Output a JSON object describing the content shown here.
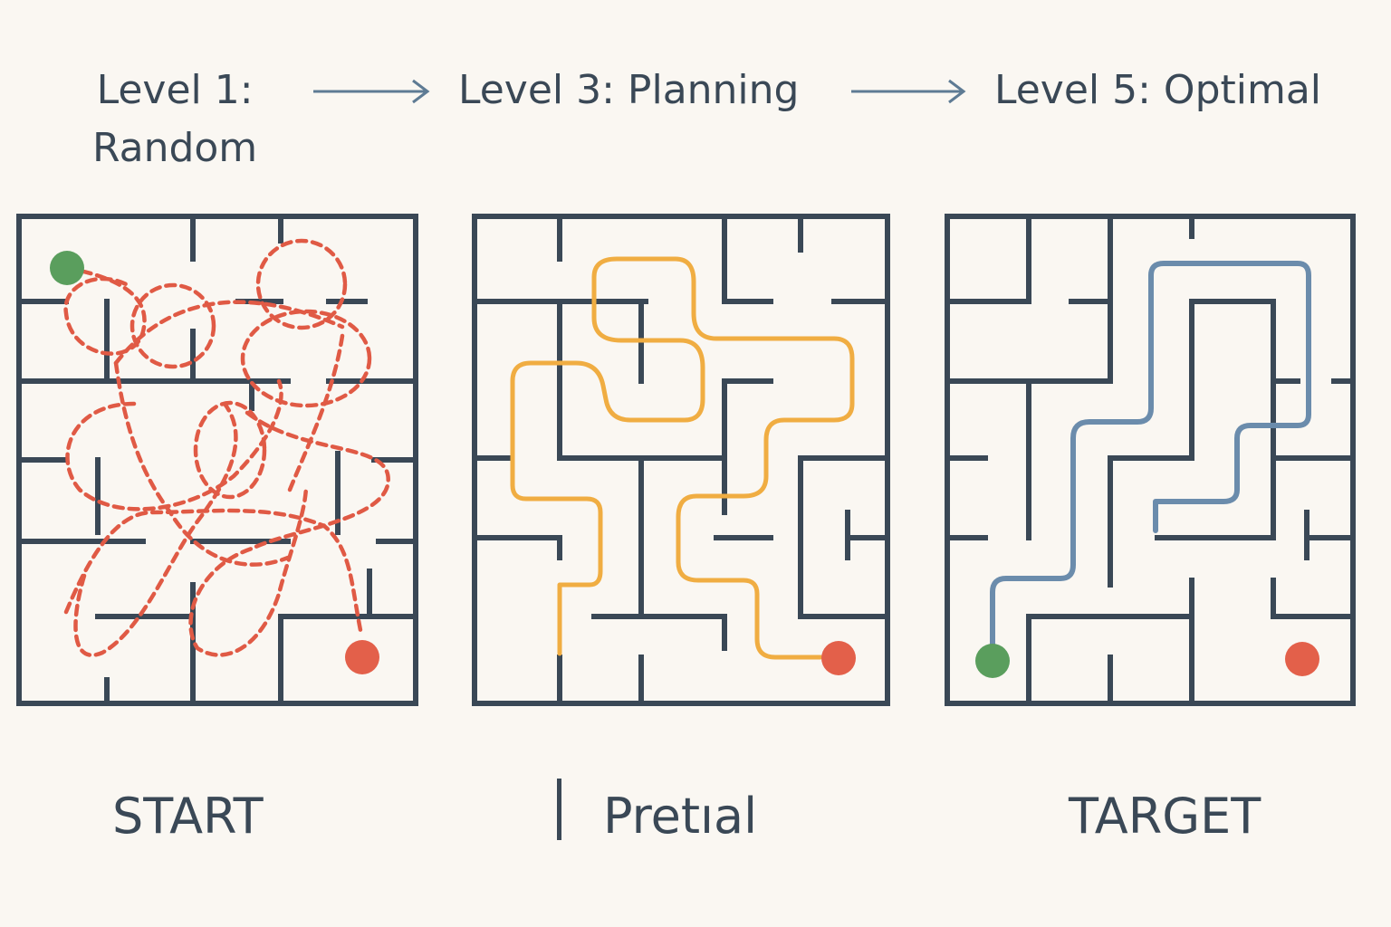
{
  "headings": {
    "level1_line1": "Level 1:",
    "level1_line2": "Random",
    "level3": "Level 3: Planning",
    "level5": "Level 5: Optimal"
  },
  "labels": {
    "start": "START",
    "middle": "Pretıal",
    "target": "TARGET"
  },
  "colors": {
    "background": "#faf7f2",
    "wall": "#3a4856",
    "arrow": "#5e7b94",
    "random_path": "#e05a45",
    "planning_path": "#f0ad42",
    "optimal_path": "#6b8cac",
    "start_dot": "#5a9e5d",
    "goal_dot": "#e3604a"
  }
}
